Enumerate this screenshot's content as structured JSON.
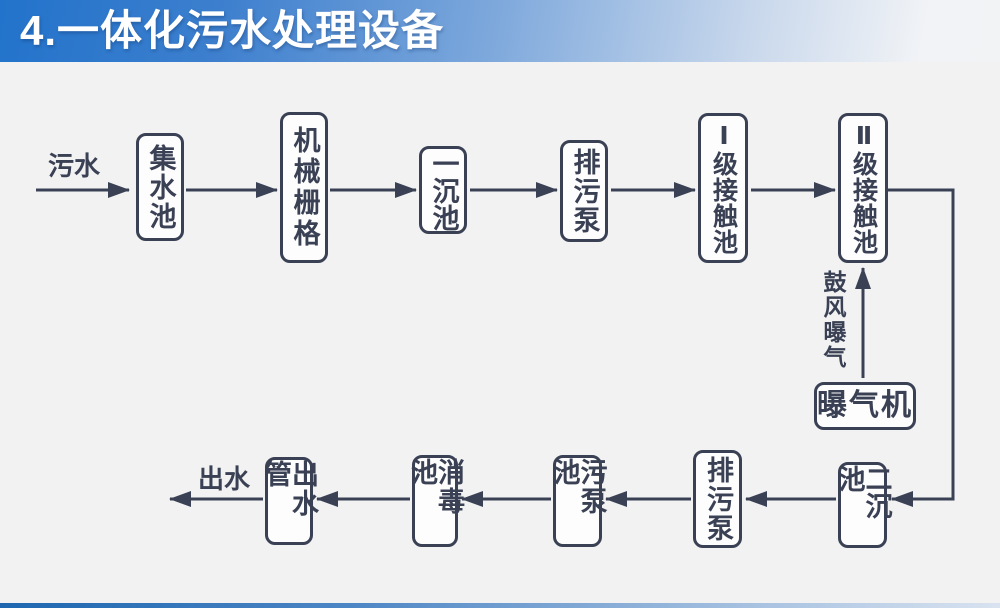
{
  "header": {
    "title": "4.一体化污水处理设备"
  },
  "flowchart": {
    "inflow_label": "污水",
    "outflow_label": "出水",
    "top_row": [
      {
        "label": "集水池"
      },
      {
        "label": "机械栅格"
      },
      {
        "label": "一沉池"
      },
      {
        "label": "排污泵"
      },
      {
        "label": "Ⅰ级接触池"
      },
      {
        "label": "Ⅱ级接触池"
      }
    ],
    "aeration": {
      "machine_label": "曝气机",
      "flow_label": "鼓风曝气"
    },
    "bottom_row": [
      {
        "label": "二沉池"
      },
      {
        "label": "排污泵"
      },
      {
        "label": "污泵池"
      },
      {
        "label": "消毒池"
      },
      {
        "label": "出水管"
      }
    ]
  },
  "colors": {
    "header_gradient_start": "#2273cb",
    "header_gradient_end": "#f1f3f6",
    "line_color": "#3a4154",
    "box_background": "#fdfdfe",
    "canvas_background": "#f2f2f3",
    "title_text": "#ffffff"
  }
}
